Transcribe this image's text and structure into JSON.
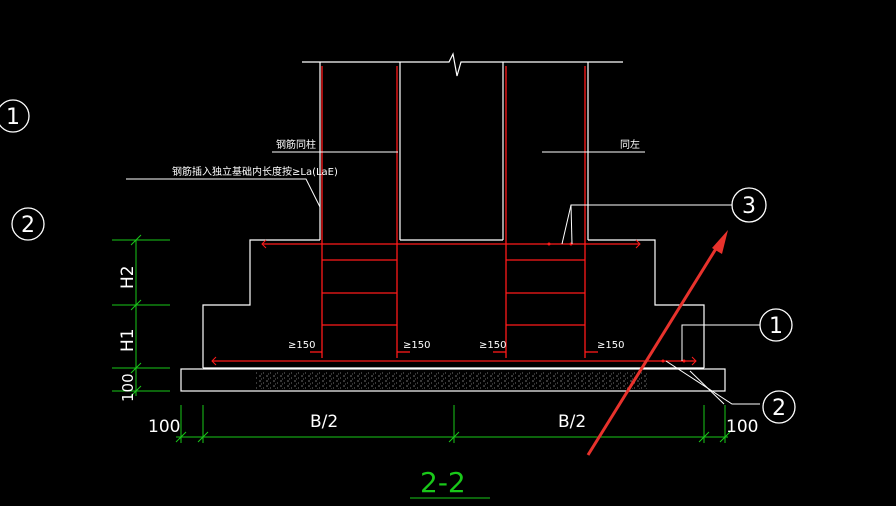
{
  "callouts": {
    "left_1": "1",
    "left_2": "2",
    "right_3": "3",
    "right_1": "1",
    "right_2": "2"
  },
  "labels": {
    "column_steel": "钢筋同柱",
    "anchor_note": "钢筋插入独立基础内长度按≥La(LaE)",
    "same_left": "同左",
    "spacing_1": "≥150",
    "spacing_2": "≥150",
    "spacing_3": "≥150",
    "spacing_4": "≥150"
  },
  "dimensions": {
    "h2": "H2",
    "h1": "H1",
    "base": "100",
    "left_100": "100",
    "b_half_left": "B/2",
    "b_half_right": "B/2",
    "right_100": "100"
  },
  "section_title": "2-2",
  "colors": {
    "outline": "#ffffff",
    "rebar": "#ff1a1a",
    "dimension": "#19c819",
    "annotation_arrow": "#e8322c"
  }
}
